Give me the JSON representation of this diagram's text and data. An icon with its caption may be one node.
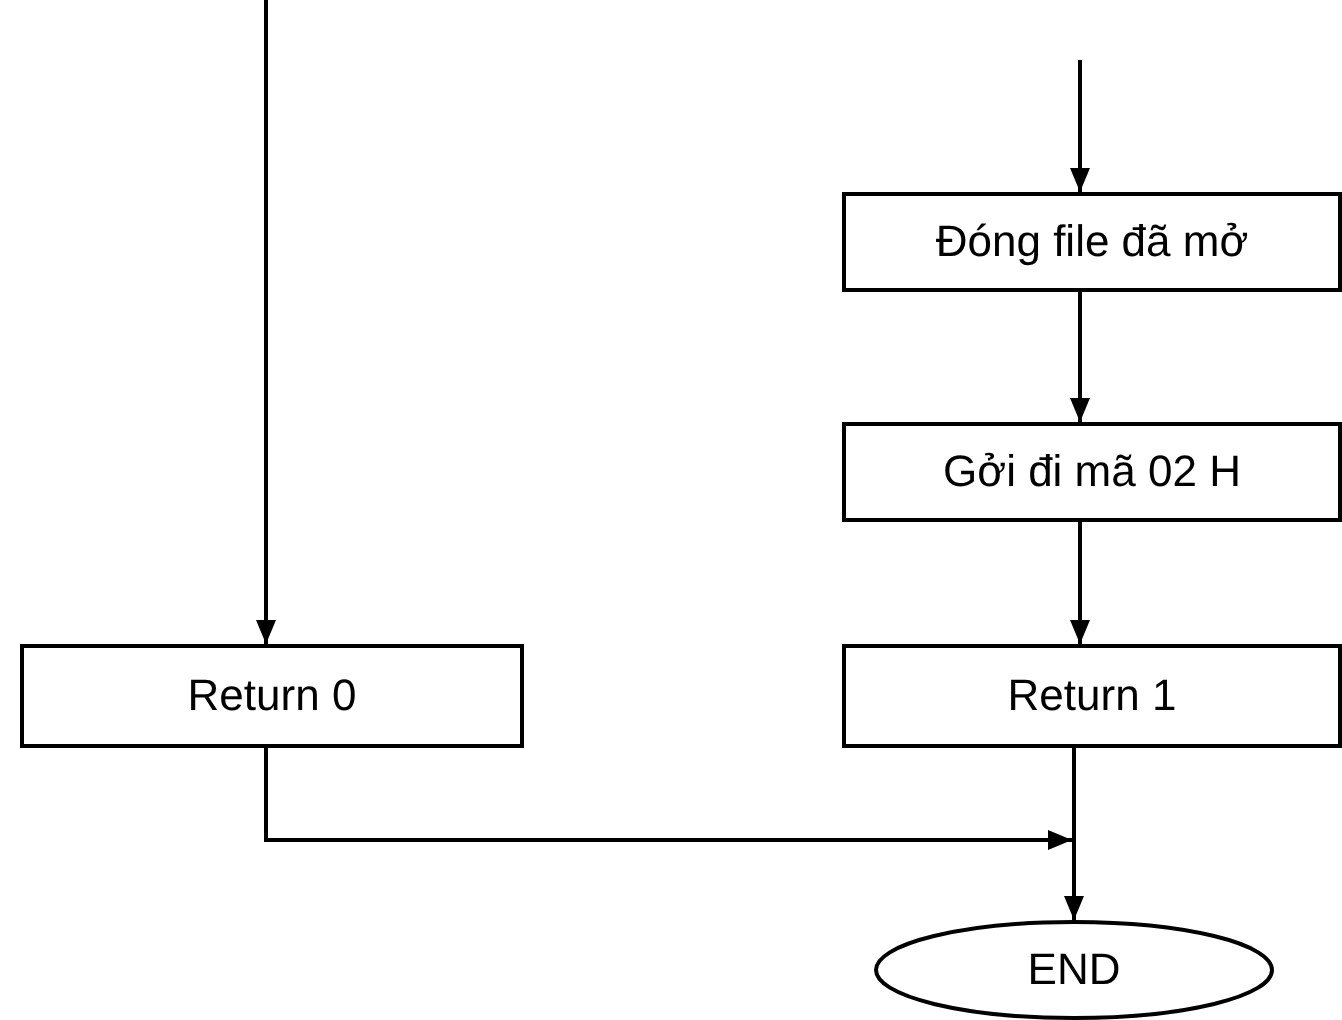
{
  "diagram": {
    "nodes": [
      {
        "text": [
          "Đóng file đã mở"
        ]
      },
      {
        "text": [
          "Gởi đi mã 02 H"
        ]
      },
      {
        "text": [
          "Return 0"
        ]
      },
      {
        "text": [
          "Return 1"
        ]
      },
      {
        "text": [
          "END"
        ]
      }
    ],
    "edges": [
      {
        "from": null,
        "to": 2,
        "arrow": "to"
      },
      {
        "from": null,
        "to": 0,
        "arrow": "to"
      },
      {
        "from": 0,
        "to": 1,
        "arrow": "to"
      },
      {
        "from": 1,
        "to": 3,
        "arrow": "to"
      },
      {
        "from": 2,
        "to": 4,
        "arrow": "to"
      },
      {
        "from": 3,
        "to": 4,
        "arrow": "to"
      }
    ]
  }
}
